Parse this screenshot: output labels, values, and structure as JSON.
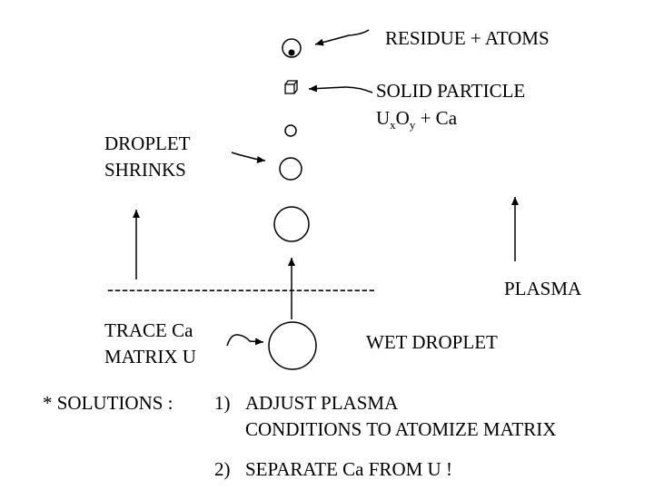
{
  "labels": {
    "residue": "RESIDUE + ATOMS",
    "solid_line1": "SOLID PARTICLE",
    "solid_formula": {
      "u": "U",
      "x": "x",
      "o": "O",
      "y": "y",
      "rest": " + Ca"
    },
    "droplet_shrinks_line1": "DROPLET",
    "droplet_shrinks_line2": "SHRINKS",
    "plasma_dashes": "-------------------------------------",
    "plasma": "PLASMA",
    "trace": "TRACE Ca",
    "matrix": "MATRIX U",
    "wet_droplet": "WET DROPLET"
  },
  "solutions": {
    "prefix": "* SOLUTIONS :",
    "item1_num": "1)",
    "item1_line1": "ADJUST PLASMA",
    "item1_line2": "CONDITIONS TO ATOMIZE MATRIX",
    "item2_num": "2)",
    "item2_text": "SEPARATE Ca FROM U !"
  },
  "colors": {
    "ink": "#000000",
    "background": "#ffffff"
  }
}
